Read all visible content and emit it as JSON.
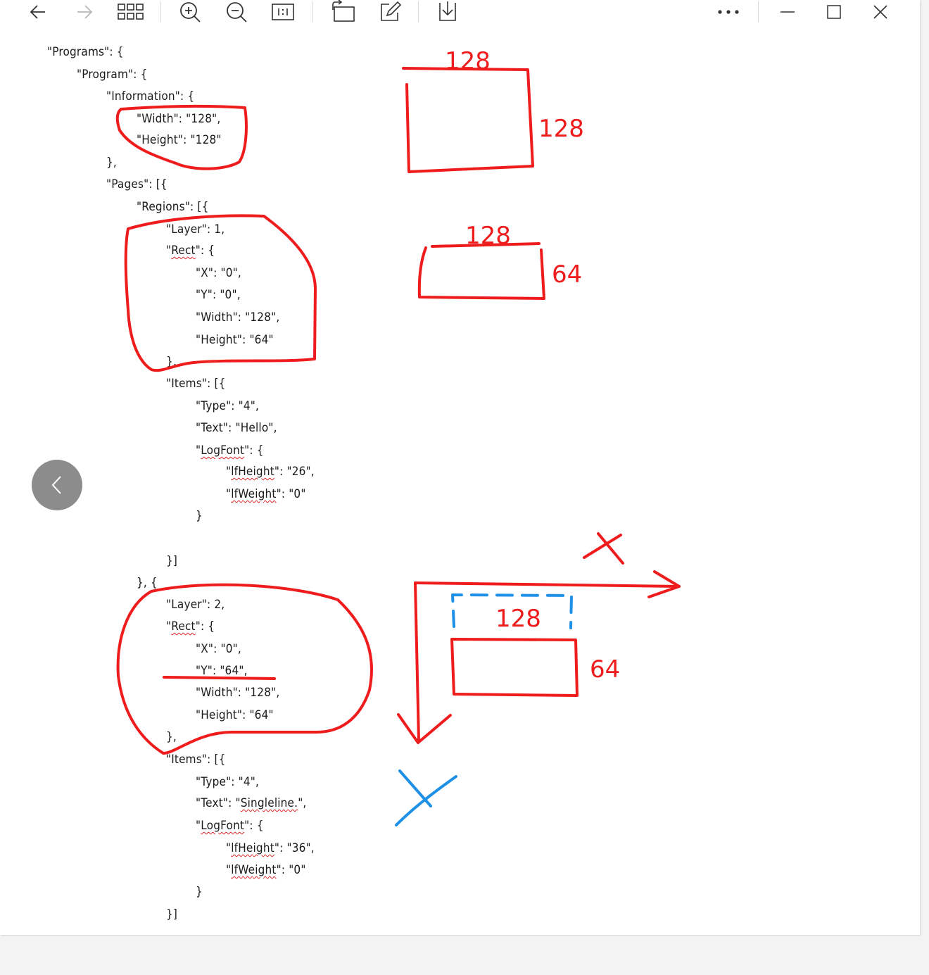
{
  "toolbar": {
    "buttons": [
      {
        "name": "back",
        "icon": "arrow-left-icon"
      },
      {
        "name": "forward",
        "icon": "arrow-right-icon"
      },
      {
        "name": "grid",
        "icon": "grid-icon"
      },
      {
        "name": "zoom-in",
        "icon": "zoom-in-icon"
      },
      {
        "name": "zoom-out",
        "icon": "zoom-out-icon"
      },
      {
        "name": "actual-size",
        "icon": "actual-size-icon",
        "label": "1:1"
      },
      {
        "name": "rotate",
        "icon": "rotate-icon"
      },
      {
        "name": "edit",
        "icon": "edit-icon"
      },
      {
        "name": "save",
        "icon": "save-icon"
      },
      {
        "name": "more",
        "icon": "more-icon"
      },
      {
        "name": "minimize",
        "icon": "minimize-icon"
      },
      {
        "name": "maximize",
        "icon": "maximize-icon"
      },
      {
        "name": "close",
        "icon": "close-icon"
      }
    ]
  },
  "code": {
    "l01": "\"Programs\": {",
    "l02": "\"Program\": {",
    "l03": "\"Information\": {",
    "l04": "\"Width\": \"128\",",
    "l05": "\"Height\": \"128\"",
    "l06": "},",
    "l07": "\"Pages\": [{",
    "l08": "\"Regions\": [{",
    "l09": "\"Layer\": 1,",
    "l10a": "\"",
    "l10b": "Rect",
    "l10c": "\": {",
    "l11": "\"X\": \"0\",",
    "l12": "\"Y\": \"0\",",
    "l13": "\"Width\": \"128\",",
    "l14": "\"Height\": \"64\"",
    "l15": "},",
    "l16": "\"Items\": [{",
    "l17": "\"Type\": \"4\",",
    "l18": "\"Text\": \"Hello\",",
    "l19a": "\"",
    "l19b": "LogFont",
    "l19c": "\": {",
    "l20a": "\"",
    "l20b": "lfHeight",
    "l20c": "\": \"26\",",
    "l21a": "\"",
    "l21b": "lfWeight",
    "l21c": "\": \"0\"",
    "l22": "}",
    "l23": "}]",
    "l24": "}, {",
    "l25": "\"Layer\": 2,",
    "l26a": "\"",
    "l26b": "Rect",
    "l26c": "\": {",
    "l27": "\"X\": \"0\",",
    "l28": "\"Y\": \"64\",",
    "l29": "\"Width\": \"128\",",
    "l30": "\"Height\": \"64\"",
    "l31": "},",
    "l32": "\"Items\": [{",
    "l33": "\"Type\": \"4\",",
    "l34a": "\"Text\": \"",
    "l34b": "Singleline.",
    "l34c": "\",",
    "l35a": "\"",
    "l35b": "LogFont",
    "l35c": "\": {",
    "l36a": "\"",
    "l36b": "lfHeight",
    "l36c": "\": \"36\",",
    "l37a": "\"",
    "l37b": "lfWeight",
    "l37c": "\": \"0\"",
    "l38": "}",
    "l39": "}]"
  },
  "annotations": {
    "sq_top": "128",
    "sq_side": "128",
    "rect1_top": "128",
    "rect1_side": "64",
    "rect2_top": "128",
    "rect2_side": "64"
  },
  "colors": {
    "ink_red": "#ee1c1c",
    "ink_blue": "#1e90e6",
    "prev_button": "#8c8c8c"
  }
}
